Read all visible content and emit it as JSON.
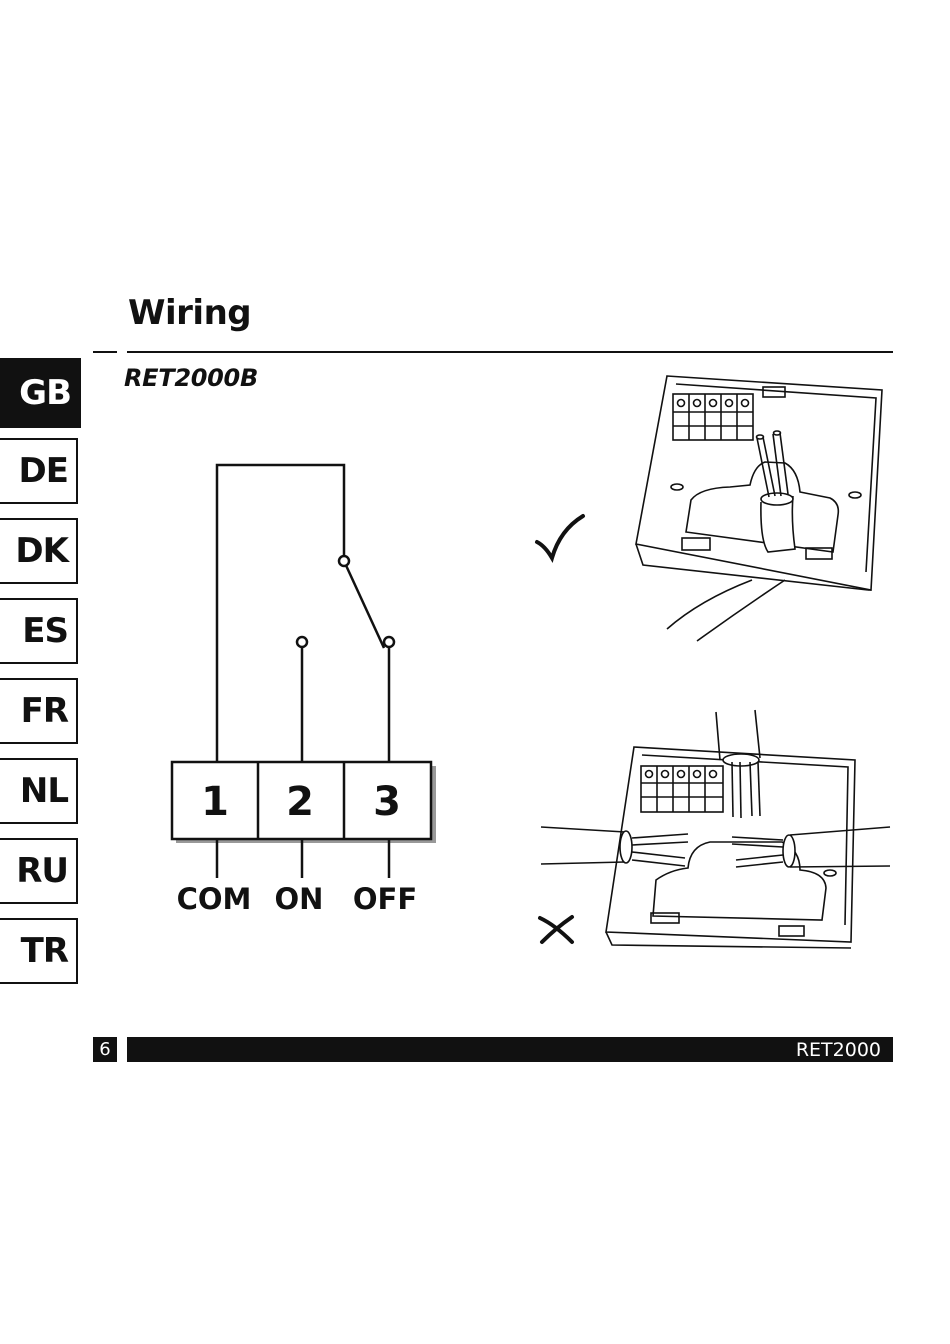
{
  "page": {
    "title": "Wiring",
    "model": "RET2000B"
  },
  "languages": [
    "GB",
    "DE",
    "DK",
    "ES",
    "FR",
    "NL",
    "RU",
    "TR"
  ],
  "active_language": "GB",
  "terminals": [
    {
      "number": "1",
      "label": "COM"
    },
    {
      "number": "2",
      "label": "ON"
    },
    {
      "number": "3",
      "label": "OFF"
    }
  ],
  "marks": {
    "correct": "check-mark-icon",
    "incorrect": "cross-mark-icon"
  },
  "footer": {
    "page_number": "6",
    "product": "RET2000"
  }
}
